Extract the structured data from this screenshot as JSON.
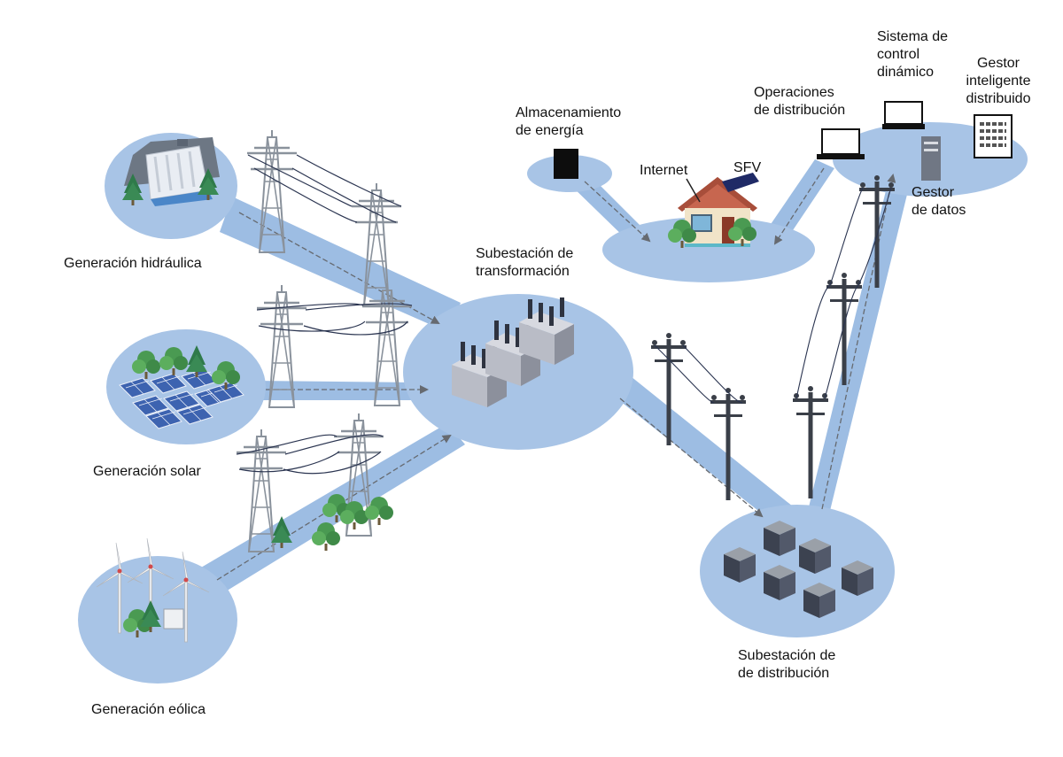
{
  "labels": {
    "hydro": "Generación hidráulica",
    "solar": "Generación solar",
    "wind": "Generación eólica",
    "transformation_l1": "Subestación de",
    "transformation_l2": "transformación",
    "distribution_l1": "Subestación de",
    "distribution_l2": "de distribución",
    "storage_l1": "Almacenamiento",
    "storage_l2": "de energía",
    "internet": "Internet",
    "sfv": "SFV",
    "operations_l1": "Operaciones",
    "operations_l2": "de distribución",
    "control_l1": "Sistema de",
    "control_l2": "control",
    "control_l3": "dinámico",
    "manager_l1": "Gestor",
    "manager_l2": "inteligente",
    "manager_l3": "distribuido",
    "data_l1": "Gestor",
    "data_l2": "de datos"
  },
  "colors": {
    "bubble": "#a8c4e6",
    "path": "#9dbde3",
    "tower": "#8a929c",
    "wire": "#2a3450",
    "arrow": "#666a70",
    "tree": "#4a9a52",
    "panel": "#3d63b0",
    "box": "#5a6272"
  },
  "icons": [
    "dam-icon",
    "solar-panel-icon",
    "wind-turbine-icon",
    "transformer-icon",
    "battery-icon",
    "house-icon",
    "laptop-icon",
    "server-icon",
    "control-panel-icon",
    "transmission-tower-icon",
    "utility-pole-icon",
    "tree-icon",
    "arrow-icon"
  ]
}
